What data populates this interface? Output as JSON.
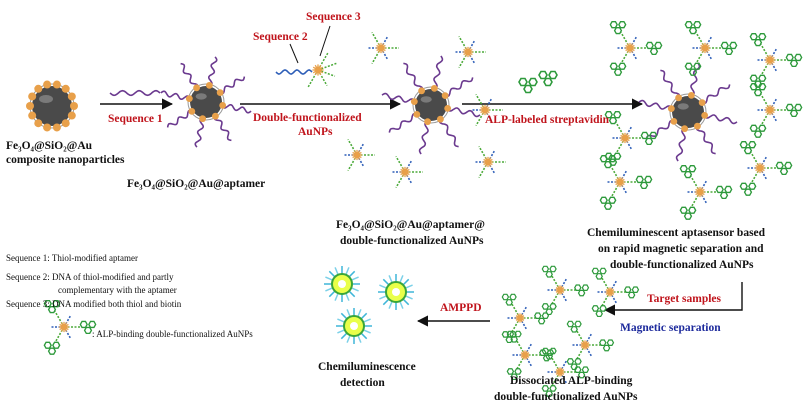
{
  "colors": {
    "core": "#4a4a4a",
    "core_ring": "#ffffff",
    "gold": "#e8a04a",
    "aptamer": "#6b3a8f",
    "dna_blue": "#2f5fb8",
    "dna_green": "#4caa3a",
    "dna_gray": "#7a8a98",
    "arrow": "#111111",
    "red_text": "#c0141c",
    "blue_text": "#1d2a9c",
    "protein": "#2e9a3c"
  },
  "labels": {
    "np1_line1": "Fe₃O₄@SiO₂@Au",
    "np1_line2": "composite nanoparticles",
    "np2_line1": "Fe₃O₄@SiO₂@Au@aptamer",
    "np3_line1": "Fe₃O₄@SiO₂@Au@aptamer@",
    "np3_line2": "double-functionalized AuNPs",
    "np4_line1": "Chemiluminescent  aptasensor based",
    "np4_line2": "on rapid magnetic separation and",
    "np4_line3": "double-functionalized AuNPs",
    "dissoc_line1": "Dissociated ALP-binding",
    "dissoc_line2": "double-functionalized AuNPs",
    "chemi_line1": "Chemiluminescence",
    "chemi_line2": "detection"
  },
  "arrows": {
    "step1": "Sequence 1",
    "step2_line1": "Double-functionalized",
    "step2_line2": "AuNPs",
    "step3": "ALP-labeled streptavidin",
    "step4_red": "Target samples",
    "step4_blue": "Magnetic separation",
    "step5": "AMPPD"
  },
  "sequences": {
    "seq2": "Sequence 2",
    "seq3": "Sequence 3"
  },
  "legend": {
    "item1": "Sequence 1:  Thiol-modified aptamer",
    "item2_line1": "Sequence 2:  DNA of  thiol-modified and partly",
    "item2_line2": "complementary with the aptamer",
    "item3": "Sequence 3:  DNA modified both thiol and biotin",
    "item4": ": ALP-binding double-functionalized AuNPs"
  }
}
